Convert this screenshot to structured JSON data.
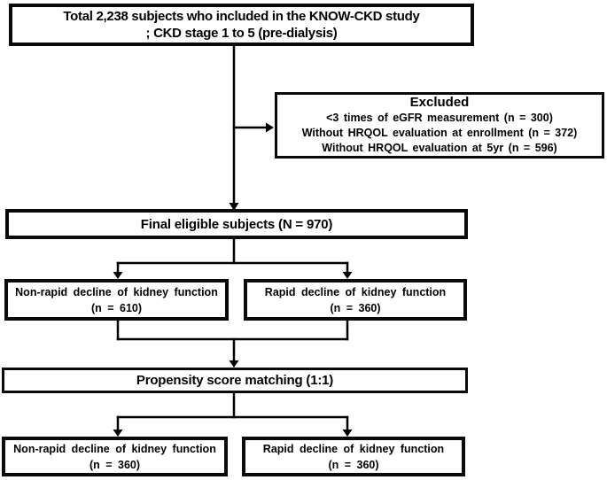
{
  "figure": {
    "background_color": "#ffffff",
    "line_color": "#000000",
    "boxes": {
      "total": {
        "line1": "Total 2,238 subjects who included in the KNOW-CKD study",
        "line2": "; CKD stage 1 to 5 (pre-dialysis)"
      },
      "excluded": {
        "title": "Excluded",
        "items": [
          "<3 times of eGFR measurement (n = 300)",
          "Without HRQOL evaluation at enrollment (n = 372)",
          "Without HRQOL evaluation at 5yr (n = 596)"
        ]
      },
      "final": {
        "label": "Final eligible subjects (N = 970)"
      },
      "nonrapid_pre": {
        "line1": "Non-rapid decline of kidney function",
        "line2": "(n = 610)"
      },
      "rapid_pre": {
        "line1": "Rapid decline of kidney function",
        "line2": "(n = 360)"
      },
      "psm": {
        "label": "Propensity score matching (1:1)"
      },
      "nonrapid_post": {
        "line1": "Non-rapid decline of kidney function",
        "line2": "(n = 360)"
      },
      "rapid_post": {
        "line1": "Rapid decline of kidney function",
        "line2": "(n = 360)"
      }
    }
  }
}
